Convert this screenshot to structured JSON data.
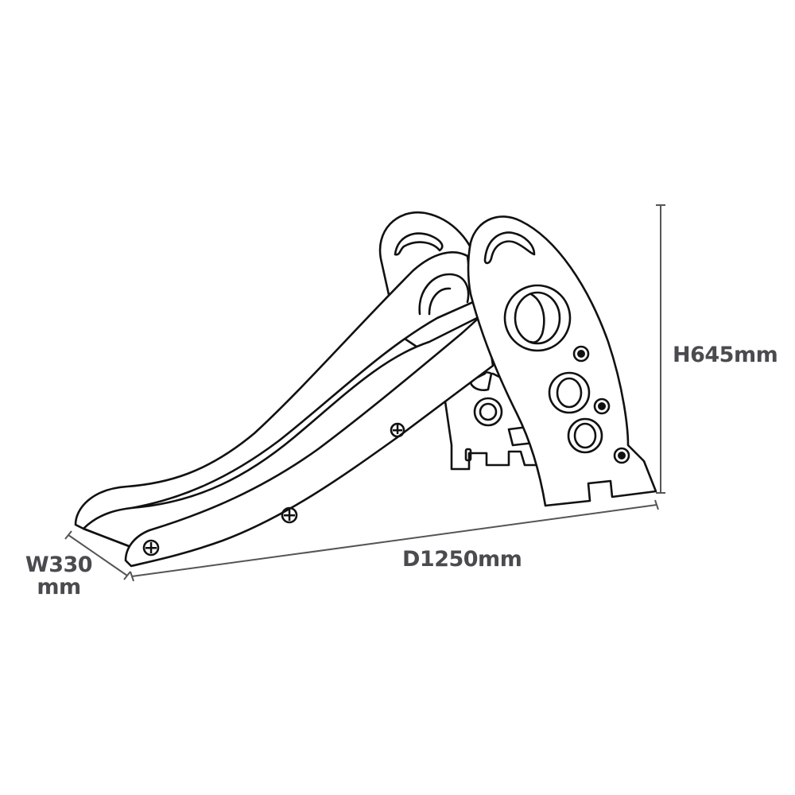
{
  "diagram": {
    "subject": "Toddler slide line drawing with dimensions",
    "dimensions": {
      "width": {
        "label_line1": "W330",
        "label_line2": "mm",
        "value": 330,
        "unit": "mm"
      },
      "depth": {
        "label": "D1250mm",
        "value": 1250,
        "unit": "mm"
      },
      "height": {
        "label": "H645mm",
        "value": 645,
        "unit": "mm"
      }
    },
    "colors": {
      "outline": "#111111",
      "dimension_line": "#555555",
      "label_text": "#4a4a4f",
      "background": "#ffffff"
    }
  }
}
